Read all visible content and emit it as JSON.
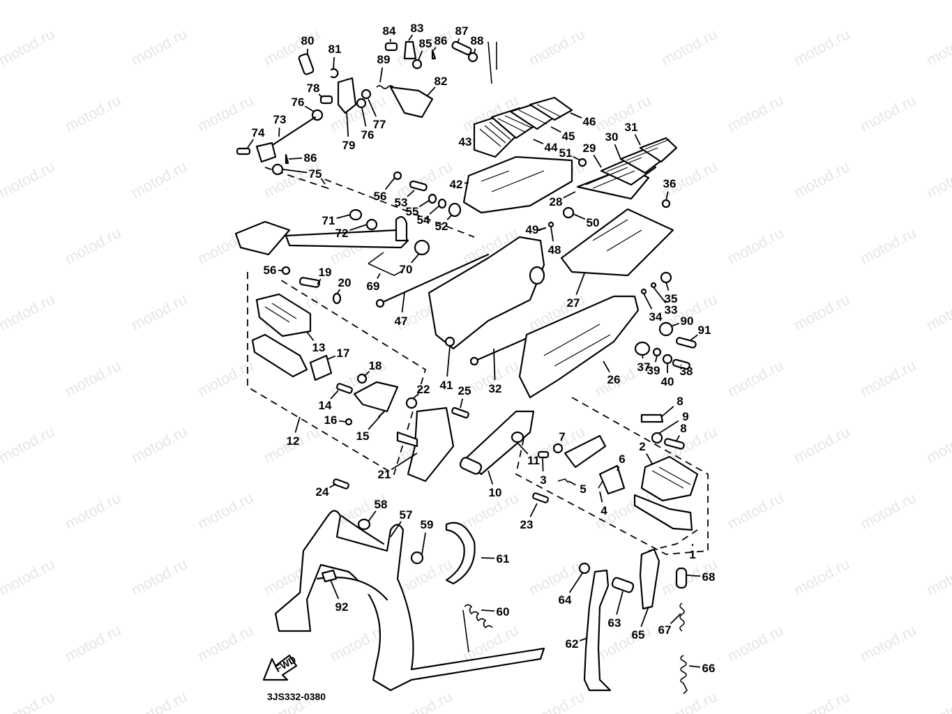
{
  "diagram": {
    "title": "Stand & Footrest exploded parts diagram",
    "code": "3JS332-0380",
    "fwd_arrow_label": "FWD",
    "watermark": "motod.ru",
    "callouts": [
      {
        "id": "80",
        "label": "80"
      },
      {
        "id": "81",
        "label": "81"
      },
      {
        "id": "84",
        "label": "84"
      },
      {
        "id": "83",
        "label": "83"
      },
      {
        "id": "85",
        "label": "85"
      },
      {
        "id": "86a",
        "label": "86"
      },
      {
        "id": "87",
        "label": "87"
      },
      {
        "id": "88",
        "label": "88"
      },
      {
        "id": "89",
        "label": "89"
      },
      {
        "id": "82",
        "label": "82"
      },
      {
        "id": "78",
        "label": "78"
      },
      {
        "id": "76a",
        "label": "76"
      },
      {
        "id": "73",
        "label": "73"
      },
      {
        "id": "79",
        "label": "79"
      },
      {
        "id": "76b",
        "label": "76"
      },
      {
        "id": "77",
        "label": "77"
      },
      {
        "id": "74",
        "label": "74"
      },
      {
        "id": "86b",
        "label": "86"
      },
      {
        "id": "75",
        "label": "75"
      },
      {
        "id": "46",
        "label": "46"
      },
      {
        "id": "45",
        "label": "45"
      },
      {
        "id": "43",
        "label": "43"
      },
      {
        "id": "44",
        "label": "44"
      },
      {
        "id": "31",
        "label": "31"
      },
      {
        "id": "30",
        "label": "30"
      },
      {
        "id": "29",
        "label": "29"
      },
      {
        "id": "51",
        "label": "51"
      },
      {
        "id": "42",
        "label": "42"
      },
      {
        "id": "36",
        "label": "36"
      },
      {
        "id": "28",
        "label": "28"
      },
      {
        "id": "56a",
        "label": "56"
      },
      {
        "id": "53",
        "label": "53"
      },
      {
        "id": "55",
        "label": "55"
      },
      {
        "id": "54",
        "label": "54"
      },
      {
        "id": "52",
        "label": "52"
      },
      {
        "id": "71",
        "label": "71"
      },
      {
        "id": "72",
        "label": "72"
      },
      {
        "id": "49",
        "label": "49"
      },
      {
        "id": "50",
        "label": "50"
      },
      {
        "id": "48",
        "label": "48"
      },
      {
        "id": "70",
        "label": "70"
      },
      {
        "id": "69",
        "label": "69"
      },
      {
        "id": "56b",
        "label": "56"
      },
      {
        "id": "19",
        "label": "19"
      },
      {
        "id": "20",
        "label": "20"
      },
      {
        "id": "47",
        "label": "47"
      },
      {
        "id": "27",
        "label": "27"
      },
      {
        "id": "35",
        "label": "35"
      },
      {
        "id": "33",
        "label": "33"
      },
      {
        "id": "34",
        "label": "34"
      },
      {
        "id": "90",
        "label": "90"
      },
      {
        "id": "91",
        "label": "91"
      },
      {
        "id": "13",
        "label": "13"
      },
      {
        "id": "17",
        "label": "17"
      },
      {
        "id": "18",
        "label": "18"
      },
      {
        "id": "41",
        "label": "41"
      },
      {
        "id": "32",
        "label": "32"
      },
      {
        "id": "26",
        "label": "26"
      },
      {
        "id": "37",
        "label": "37"
      },
      {
        "id": "39",
        "label": "39"
      },
      {
        "id": "40",
        "label": "40"
      },
      {
        "id": "38",
        "label": "38"
      },
      {
        "id": "14",
        "label": "14"
      },
      {
        "id": "22",
        "label": "22"
      },
      {
        "id": "25",
        "label": "25"
      },
      {
        "id": "8a",
        "label": "8"
      },
      {
        "id": "9",
        "label": "9"
      },
      {
        "id": "8b",
        "label": "8"
      },
      {
        "id": "16",
        "label": "16"
      },
      {
        "id": "15",
        "label": "15"
      },
      {
        "id": "12",
        "label": "12"
      },
      {
        "id": "7",
        "label": "7"
      },
      {
        "id": "2",
        "label": "2"
      },
      {
        "id": "6",
        "label": "6"
      },
      {
        "id": "11",
        "label": "11"
      },
      {
        "id": "3",
        "label": "3"
      },
      {
        "id": "5",
        "label": "5"
      },
      {
        "id": "4",
        "label": "4"
      },
      {
        "id": "21",
        "label": "21"
      },
      {
        "id": "10",
        "label": "10"
      },
      {
        "id": "24",
        "label": "24"
      },
      {
        "id": "23",
        "label": "23"
      },
      {
        "id": "1",
        "label": "1"
      },
      {
        "id": "58",
        "label": "58"
      },
      {
        "id": "57",
        "label": "57"
      },
      {
        "id": "59",
        "label": "59"
      },
      {
        "id": "61",
        "label": "61"
      },
      {
        "id": "92",
        "label": "92"
      },
      {
        "id": "60",
        "label": "60"
      },
      {
        "id": "64",
        "label": "64"
      },
      {
        "id": "63",
        "label": "63"
      },
      {
        "id": "65",
        "label": "65"
      },
      {
        "id": "68",
        "label": "68"
      },
      {
        "id": "62",
        "label": "62"
      },
      {
        "id": "67",
        "label": "67"
      },
      {
        "id": "66",
        "label": "66"
      }
    ]
  }
}
